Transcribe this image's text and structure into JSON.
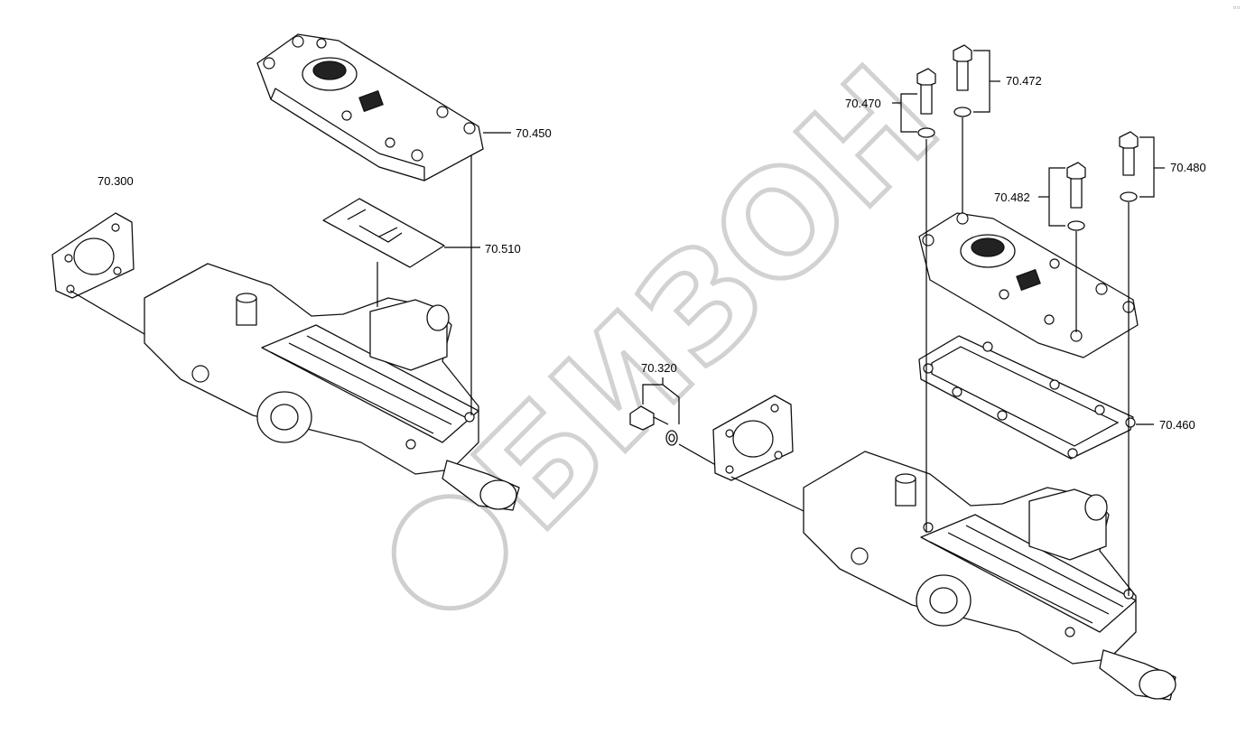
{
  "callouts": {
    "c70300": "70.300",
    "c70450": "70.450",
    "c70510": "70.510",
    "c70320": "70.320",
    "c70470": "70.470",
    "c70472": "70.472",
    "c70482": "70.482",
    "c70480": "70.480",
    "c70460": "70.460"
  },
  "watermark": {
    "text": "БИЗОН"
  },
  "colors": {
    "line": "#000000",
    "watermark": "#d2d2d2",
    "background": "#ffffff"
  }
}
